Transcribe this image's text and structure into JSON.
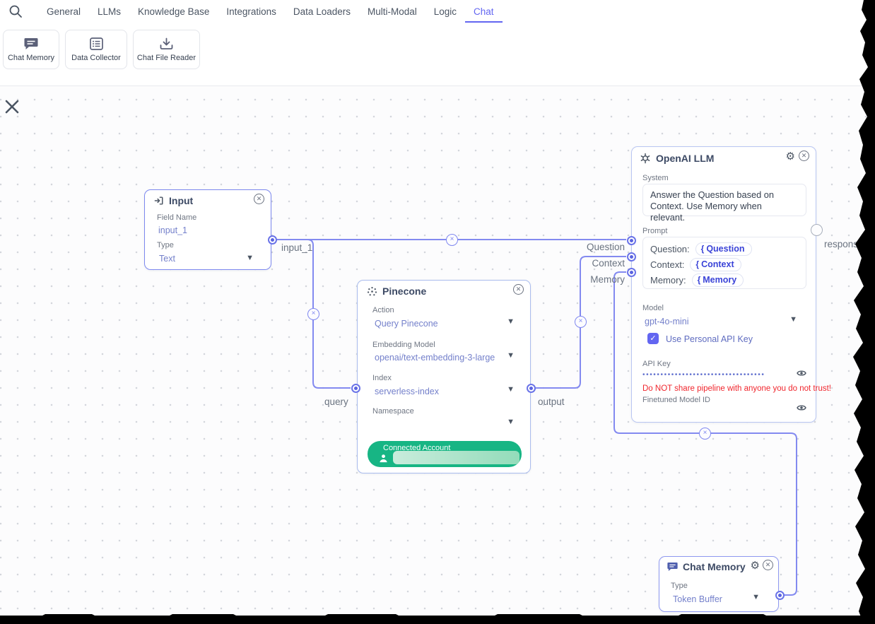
{
  "nav": {
    "tabs": [
      {
        "label": "General",
        "active": false
      },
      {
        "label": "LLMs",
        "active": false
      },
      {
        "label": "Knowledge Base",
        "active": false
      },
      {
        "label": "Integrations",
        "active": false
      },
      {
        "label": "Data Loaders",
        "active": false
      },
      {
        "label": "Multi-Modal",
        "active": false
      },
      {
        "label": "Logic",
        "active": false
      },
      {
        "label": "Chat",
        "active": true
      }
    ],
    "search_icon": "search-icon"
  },
  "toolbar": {
    "items": [
      {
        "label": "Chat Memory",
        "icon": "chat-bubble-icon"
      },
      {
        "label": "Data Collector",
        "icon": "data-list-icon"
      },
      {
        "label": "Chat File Reader",
        "icon": "download-icon"
      }
    ]
  },
  "nodes": {
    "input": {
      "title": "Input",
      "field_name_label": "Field Name",
      "field_name_value": "input_1",
      "type_label": "Type",
      "type_value": "Text"
    },
    "pinecone": {
      "title": "Pinecone",
      "action_label": "Action",
      "action_value": "Query Pinecone",
      "embedding_label": "Embedding Model",
      "embedding_value": "openai/text-embedding-3-large",
      "index_label": "Index",
      "index_value": "serverless-index",
      "namespace_label": "Namespace",
      "namespace_value": "",
      "connected_account_label": "Connected Account"
    },
    "openai": {
      "title": "OpenAI LLM",
      "system_label": "System",
      "system_value": "Answer the Question based on Context. Use Memory when relevant.",
      "prompt_label": "Prompt",
      "prompt_rows": [
        {
          "key": "Question:",
          "chip": "Question"
        },
        {
          "key": "Context:",
          "chip": "Context"
        },
        {
          "key": "Memory:",
          "chip": "Memory"
        }
      ],
      "model_label": "Model",
      "model_value": "gpt-4o-mini",
      "use_personal_api_key_label": "Use Personal API Key",
      "api_key_label": "API Key",
      "api_key_masked": "••••••••••••••••••••••••••••••••••",
      "warning": "Do NOT share pipeline with anyone you do not trust!",
      "finetuned_label": "Finetuned Model ID"
    },
    "chat_memory": {
      "title": "Chat Memory",
      "type_label": "Type",
      "type_value": "Token Buffer"
    }
  },
  "edge_labels": {
    "input_1": "input_1",
    "question": "Question",
    "context": "Context",
    "memory": "Memory",
    "query": "query",
    "output": "output",
    "response": "response"
  },
  "colors": {
    "accent": "#6366f1",
    "edge": "#838af0",
    "node_title": "#3c4964",
    "value_text": "#7480cb",
    "green_button": "#17b584",
    "warning_red": "#f0262d"
  }
}
